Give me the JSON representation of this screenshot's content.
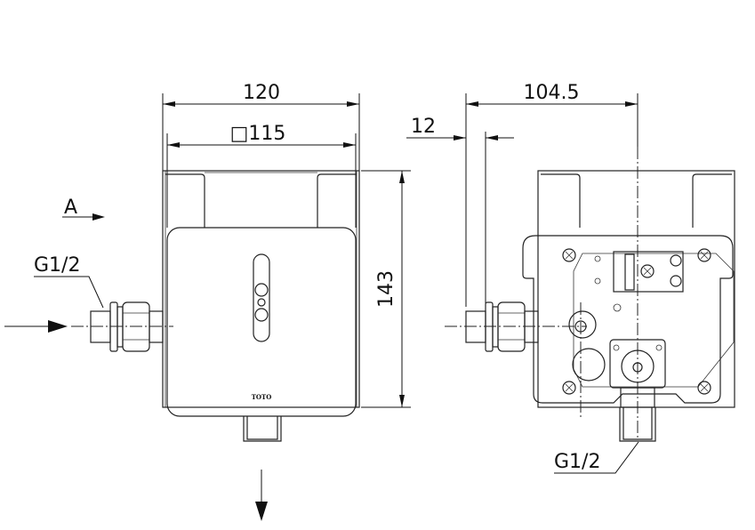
{
  "dimensions": {
    "front_width": "120",
    "front_square": "□115",
    "height": "143",
    "side_depth": "104.5",
    "side_offset": "12"
  },
  "labels": {
    "view_arrow": "A",
    "inlet_thread_left": "G1/2",
    "outlet_thread_right": "G1/2",
    "brand": "TOTO"
  }
}
